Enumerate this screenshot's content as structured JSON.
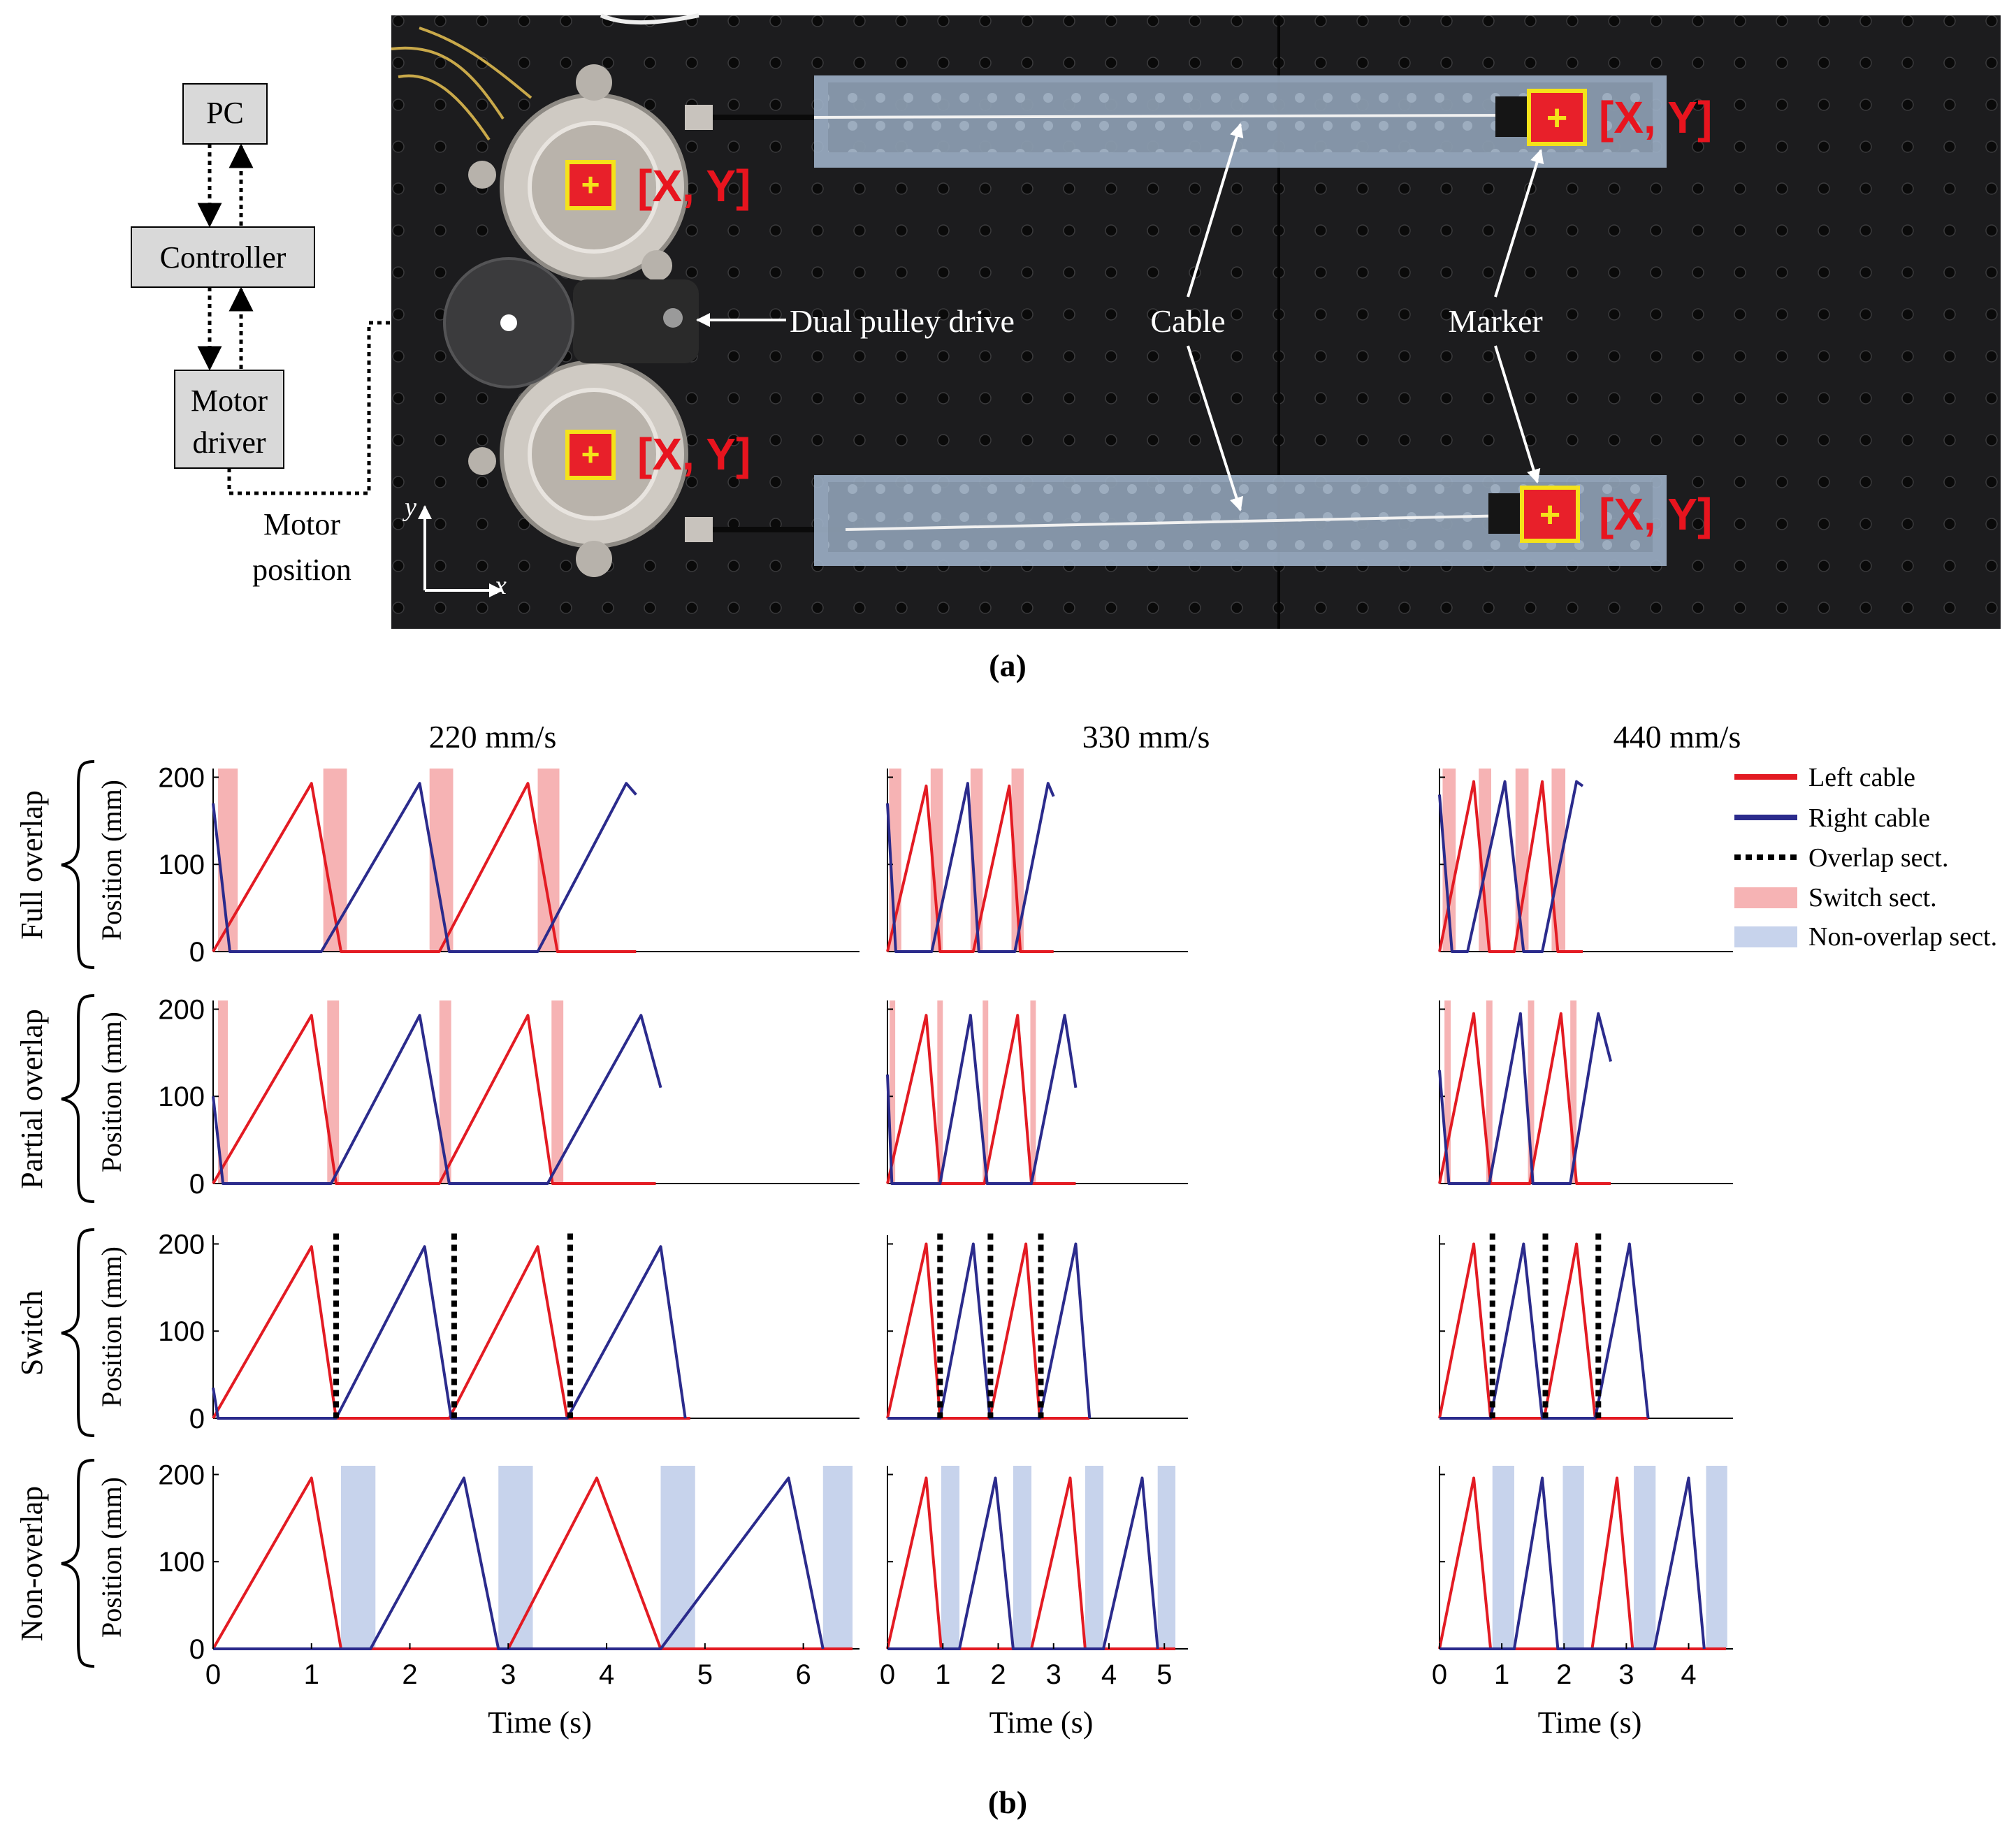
{
  "panel_a": {
    "caption": "(a)",
    "block_diagram": {
      "pc": "PC",
      "controller": "Controller",
      "motor_driver_line1": "Motor",
      "motor_driver_line2": "driver",
      "motor_position_line1": "Motor",
      "motor_position_line2": "position"
    },
    "photo_labels": {
      "marker_text": "[X, Y]",
      "dual_pulley": "Dual pulley drive",
      "cable": "Cable",
      "marker": "Marker",
      "axis_y": "y",
      "axis_x": "x"
    },
    "colors": {
      "board": "#1c1c1e",
      "marker_fill": "#e8202a",
      "marker_border": "#f4e21a",
      "label_red": "#e8141e"
    }
  },
  "panel_b": {
    "caption": "(b)",
    "column_titles": [
      "220 mm/s",
      "330 mm/s",
      "440 mm/s"
    ],
    "row_labels": [
      "Full overlap",
      "Partial overlap",
      "Switch",
      "Non-overlap"
    ],
    "ylabel": "Position (mm)",
    "xlabel": "Time (s)",
    "legend": [
      "Left cable",
      "Right cable",
      "Overlap sect.",
      "Switch sect.",
      "Non-overlap sect."
    ],
    "colors": {
      "left": "#e31b23",
      "right": "#2b2b8c",
      "switch": "#f6b3b4",
      "nonoverlap": "#c7d3ec",
      "overlap": "#000000"
    }
  },
  "chart_data": [
    {
      "type": "line",
      "title": "220 mm/s",
      "xlabel": "Time (s)",
      "ylabel": "Position (mm)",
      "xlim": [
        0,
        6.5
      ],
      "ylim": [
        0,
        210
      ],
      "xticks": [
        0,
        1,
        2,
        3,
        4,
        5,
        6
      ],
      "yticks": [
        0,
        100,
        200
      ],
      "rows": [
        {
          "row": "Full overlap",
          "series": [
            {
              "name": "Left cable",
              "x": [
                0,
                1.0,
                1.3,
                2.3,
                3.2,
                3.5,
                4.3
              ],
              "y": [
                0,
                193,
                0,
                0,
                193,
                0,
                0
              ]
            },
            {
              "name": "Right cable",
              "x": [
                0,
                0.17,
                1.0,
                1.1,
                2.1,
                2.4,
                3.3,
                4.2,
                4.3
              ],
              "y": [
                170,
                0,
                0,
                0,
                193,
                0,
                0,
                193,
                180
              ]
            }
          ],
          "switch_sections": [
            [
              0.05,
              0.25
            ],
            [
              1.12,
              1.36
            ],
            [
              2.2,
              2.44
            ],
            [
              3.3,
              3.52
            ]
          ]
        },
        {
          "row": "Partial overlap",
          "series": [
            {
              "name": "Left cable",
              "x": [
                0,
                1.0,
                1.25,
                2.3,
                3.2,
                3.45,
                4.5
              ],
              "y": [
                0,
                193,
                0,
                0,
                193,
                0,
                0
              ]
            },
            {
              "name": "Right cable",
              "x": [
                0,
                0.1,
                1.2,
                2.1,
                2.4,
                3.4,
                4.35,
                4.55
              ],
              "y": [
                100,
                0,
                0,
                193,
                0,
                0,
                193,
                110
              ]
            }
          ],
          "switch_sections": [
            [
              0.05,
              0.15
            ],
            [
              1.16,
              1.28
            ],
            [
              2.3,
              2.42
            ],
            [
              3.44,
              3.56
            ]
          ]
        },
        {
          "row": "Switch",
          "series": [
            {
              "name": "Left cable",
              "x": [
                0,
                1.0,
                1.25,
                2.4,
                3.3,
                3.6,
                4.85
              ],
              "y": [
                0,
                197,
                0,
                0,
                197,
                0,
                0
              ]
            },
            {
              "name": "Right cable",
              "x": [
                0,
                0.05,
                1.25,
                2.15,
                2.42,
                3.6,
                4.55,
                4.8
              ],
              "y": [
                35,
                0,
                0,
                197,
                0,
                0,
                197,
                0
              ]
            }
          ],
          "overlap_sections": [
            1.25,
            2.45,
            3.63
          ]
        },
        {
          "row": "Non-overlap",
          "series": [
            {
              "name": "Left cable",
              "x": [
                0,
                1.0,
                1.3,
                3.0,
                3.9,
                4.55,
                6.5
              ],
              "y": [
                0,
                196,
                0,
                0,
                196,
                0,
                0
              ]
            },
            {
              "name": "Right cable",
              "x": [
                0,
                1.6,
                2.55,
                2.9,
                4.55,
                5.85,
                6.2
              ],
              "y": [
                0,
                0,
                196,
                0,
                0,
                196,
                0
              ]
            }
          ],
          "nonoverlap_sections": [
            [
              1.3,
              1.65
            ],
            [
              2.9,
              3.25
            ],
            [
              4.55,
              4.9
            ],
            [
              6.2,
              6.5
            ]
          ]
        }
      ]
    },
    {
      "type": "line",
      "title": "330 mm/s",
      "xlabel": "Time (s)",
      "ylabel": "Position (mm)",
      "xlim": [
        0,
        5.3
      ],
      "ylim": [
        0,
        210
      ],
      "xticks": [
        0,
        1,
        2,
        3,
        4,
        5
      ],
      "yticks": [
        0,
        100,
        200
      ],
      "rows": [
        {
          "row": "Full overlap",
          "series": [
            {
              "name": "Left cable",
              "x": [
                0,
                0.7,
                0.95,
                1.55,
                2.2,
                2.4,
                3.0
              ],
              "y": [
                0,
                190,
                0,
                0,
                190,
                0,
                0
              ]
            },
            {
              "name": "Right cable",
              "x": [
                0,
                0.15,
                0.8,
                1.45,
                1.65,
                2.3,
                2.9,
                3.0
              ],
              "y": [
                170,
                0,
                0,
                193,
                0,
                0,
                193,
                178
              ]
            }
          ],
          "switch_sections": [
            [
              0.03,
              0.25
            ],
            [
              0.78,
              1.0
            ],
            [
              1.5,
              1.72
            ],
            [
              2.24,
              2.46
            ]
          ]
        },
        {
          "row": "Partial overlap",
          "series": [
            {
              "name": "Left cable",
              "x": [
                0,
                0.7,
                0.95,
                1.75,
                2.35,
                2.6,
                3.4
              ],
              "y": [
                0,
                193,
                0,
                0,
                193,
                0,
                0
              ]
            },
            {
              "name": "Right cable",
              "x": [
                0,
                0.08,
                0.95,
                1.5,
                1.8,
                2.6,
                3.2,
                3.4
              ],
              "y": [
                125,
                0,
                0,
                193,
                0,
                0,
                193,
                110
              ]
            }
          ],
          "switch_sections": [
            [
              0.04,
              0.14
            ],
            [
              0.9,
              1.0
            ],
            [
              1.72,
              1.82
            ],
            [
              2.58,
              2.68
            ]
          ]
        },
        {
          "row": "Switch",
          "series": [
            {
              "name": "Left cable",
              "x": [
                0,
                0.7,
                0.95,
                1.85,
                2.5,
                2.75,
                3.65
              ],
              "y": [
                0,
                200,
                0,
                0,
                200,
                0,
                0
              ]
            },
            {
              "name": "Right cable",
              "x": [
                0,
                0.95,
                1.55,
                1.85,
                2.75,
                3.4,
                3.65
              ],
              "y": [
                0,
                0,
                200,
                0,
                0,
                200,
                0
              ]
            }
          ],
          "overlap_sections": [
            0.95,
            1.86,
            2.77
          ]
        },
        {
          "row": "Non-overlap",
          "series": [
            {
              "name": "Left cable",
              "x": [
                0,
                0.7,
                0.97,
                2.6,
                3.3,
                3.57,
                5.2
              ],
              "y": [
                0,
                196,
                0,
                0,
                196,
                0,
                0
              ]
            },
            {
              "name": "Right cable",
              "x": [
                0,
                1.3,
                1.95,
                2.27,
                3.9,
                4.6,
                4.88
              ],
              "y": [
                0,
                0,
                196,
                0,
                0,
                196,
                0
              ]
            }
          ],
          "nonoverlap_sections": [
            [
              0.97,
              1.3
            ],
            [
              2.27,
              2.6
            ],
            [
              3.57,
              3.9
            ],
            [
              4.88,
              5.2
            ]
          ]
        }
      ]
    },
    {
      "type": "line",
      "title": "440 mm/s",
      "xlabel": "Time (s)",
      "ylabel": "Position (mm)",
      "xlim": [
        0,
        4.6
      ],
      "ylim": [
        0,
        210
      ],
      "xticks": [
        0,
        1,
        2,
        3,
        4
      ],
      "yticks": [
        0,
        100,
        200
      ],
      "rows": [
        {
          "row": "Full overlap",
          "series": [
            {
              "name": "Left cable",
              "x": [
                0,
                0.55,
                0.8,
                1.2,
                1.65,
                1.9,
                2.3
              ],
              "y": [
                0,
                195,
                0,
                0,
                195,
                0,
                0
              ]
            },
            {
              "name": "Right cable",
              "x": [
                0,
                0.2,
                0.45,
                1.05,
                1.35,
                1.65,
                2.2,
                2.3
              ],
              "y": [
                180,
                0,
                0,
                195,
                0,
                0,
                195,
                190
              ]
            }
          ],
          "switch_sections": [
            [
              0.05,
              0.26
            ],
            [
              0.63,
              0.83
            ],
            [
              1.22,
              1.43
            ],
            [
              1.8,
              2.02
            ]
          ]
        },
        {
          "row": "Partial overlap",
          "series": [
            {
              "name": "Left cable",
              "x": [
                0,
                0.55,
                0.82,
                1.45,
                1.95,
                2.2,
                2.75
              ],
              "y": [
                0,
                195,
                0,
                0,
                195,
                0,
                0
              ]
            },
            {
              "name": "Right cable",
              "x": [
                0,
                0.15,
                0.8,
                1.3,
                1.5,
                2.1,
                2.55,
                2.75
              ],
              "y": [
                130,
                0,
                0,
                195,
                0,
                0,
                195,
                140
              ]
            }
          ],
          "switch_sections": [
            [
              0.08,
              0.18
            ],
            [
              0.75,
              0.85
            ],
            [
              1.42,
              1.52
            ],
            [
              2.1,
              2.2
            ]
          ]
        },
        {
          "row": "Switch",
          "series": [
            {
              "name": "Left cable",
              "x": [
                0,
                0.55,
                0.82,
                1.68,
                2.2,
                2.5,
                3.35
              ],
              "y": [
                0,
                200,
                0,
                0,
                200,
                0,
                0
              ]
            },
            {
              "name": "Right cable",
              "x": [
                0,
                0.82,
                1.35,
                1.65,
                2.5,
                3.05,
                3.35
              ],
              "y": [
                0,
                0,
                200,
                0,
                0,
                200,
                0
              ]
            }
          ],
          "overlap_sections": [
            0.85,
            1.7,
            2.55
          ]
        },
        {
          "row": "Non-overlap",
          "series": [
            {
              "name": "Left cable",
              "x": [
                0,
                0.55,
                0.82,
                2.45,
                2.85,
                3.1,
                4.6
              ],
              "y": [
                0,
                196,
                0,
                0,
                196,
                0,
                0
              ]
            },
            {
              "name": "Right cable",
              "x": [
                0,
                1.2,
                1.65,
                1.9,
                3.45,
                4.0,
                4.25
              ],
              "y": [
                0,
                0,
                196,
                0,
                0,
                196,
                0
              ]
            }
          ],
          "nonoverlap_sections": [
            [
              0.85,
              1.2
            ],
            [
              1.98,
              2.32
            ],
            [
              3.12,
              3.47
            ],
            [
              4.28,
              4.62
            ]
          ]
        }
      ]
    }
  ]
}
